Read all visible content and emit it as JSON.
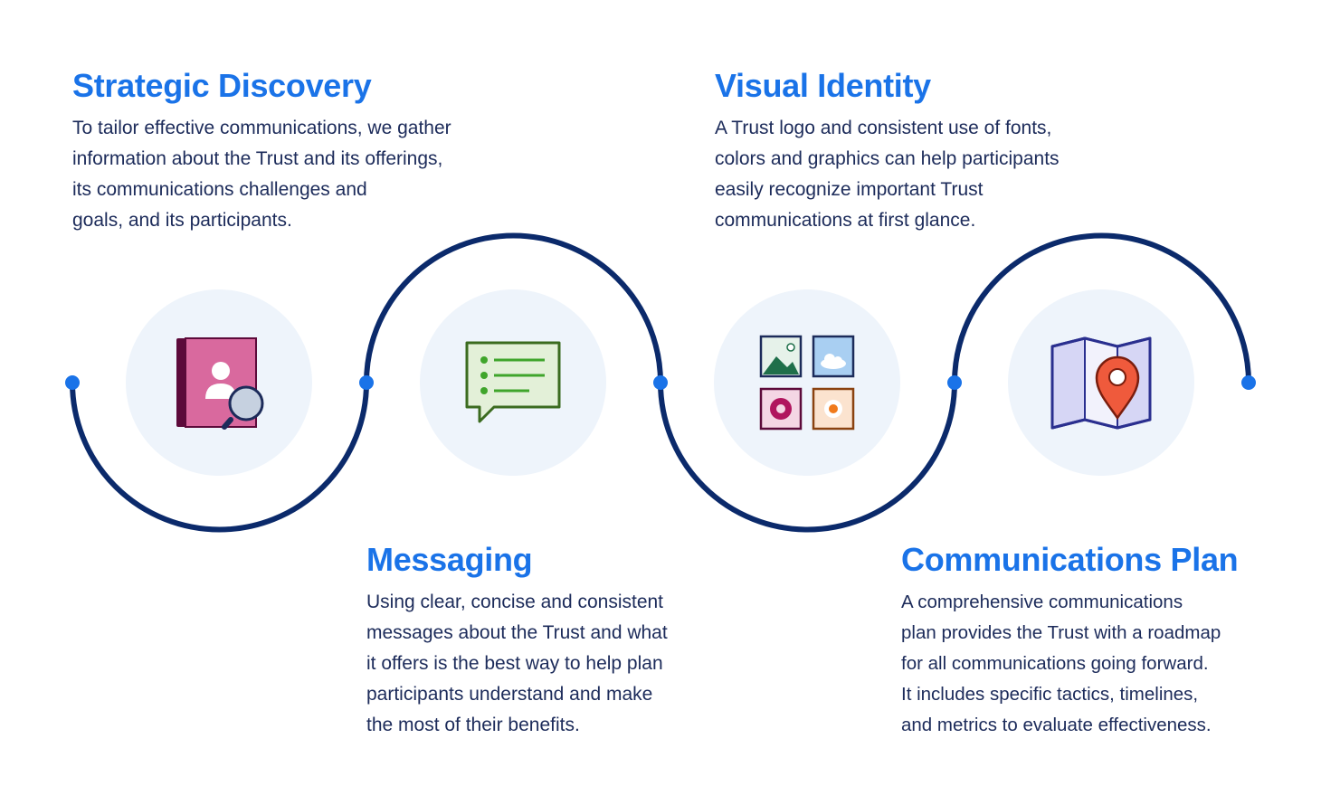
{
  "steps": [
    {
      "title": "Strategic Discovery",
      "icon": "contact-book-magnifier-icon",
      "lines": [
        "To tailor effective communications, we gather",
        "information about the Trust and its offerings,",
        "its communications challenges and",
        "goals, and its participants."
      ]
    },
    {
      "title": "Messaging",
      "icon": "chat-list-icon",
      "lines": [
        "Using clear, concise and consistent",
        "messages about the Trust and what",
        "it offers is the best way to help plan",
        "participants understand and make",
        "the most of their benefits."
      ]
    },
    {
      "title": "Visual Identity",
      "icon": "image-grid-icon",
      "lines": [
        "A Trust logo and consistent use of fonts,",
        "colors and graphics can help participants",
        "easily recognize important Trust",
        "communications at first glance."
      ]
    },
    {
      "title": "Communications Plan",
      "icon": "map-pin-icon",
      "lines": [
        "A comprehensive communications",
        "plan provides the Trust with a roadmap",
        "for all communications going forward.",
        "It includes specific tactics, timelines,",
        "and metrics to evaluate effectiveness."
      ]
    }
  ],
  "colors": {
    "title": "#1a73e8",
    "body_text": "#1c2b5a",
    "path": "#0b2a6b",
    "node": "#1a73e8",
    "icon_circle": "#eef4fb"
  }
}
